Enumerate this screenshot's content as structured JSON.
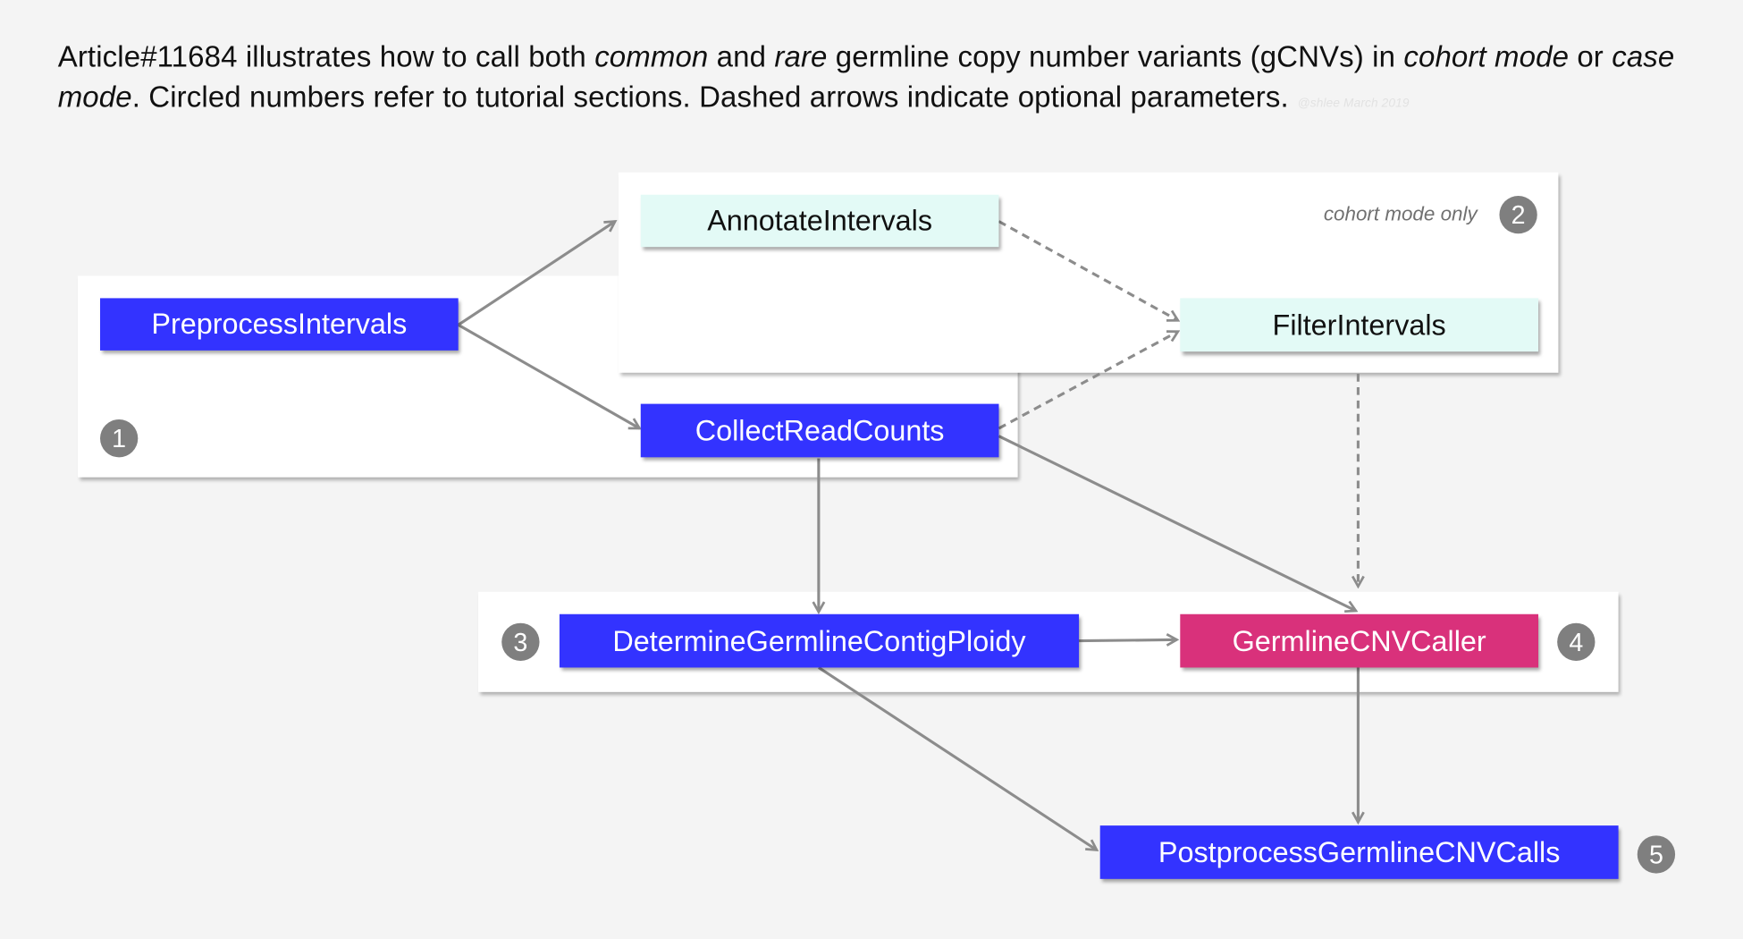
{
  "caption": {
    "part1": "Article#11684 illustrates how to call both ",
    "em1": "common",
    "part2": " and ",
    "em2": "rare",
    "part3": " germline copy number variants (gCNVs) in ",
    "em3": "cohort mode",
    "part4": " or ",
    "em4": "case mode",
    "part5": ". Circled numbers refer to tutorial sections. Dashed arrows indicate optional parameters.",
    "credit": "@shlee March 2019"
  },
  "cohort_note": "cohort mode only",
  "nodes": {
    "preprocess": "PreprocessIntervals",
    "annotate": "AnnotateIntervals",
    "filter": "FilterIntervals",
    "collect": "CollectReadCounts",
    "ploidy": "DetermineGermlineContigPloidy",
    "caller": "GermlineCNVCaller",
    "postprocess": "PostprocessGermlineCNVCalls"
  },
  "badges": {
    "b1": "1",
    "b2": "2",
    "b3": "3",
    "b4": "4",
    "b5": "5"
  },
  "edges": [
    {
      "from": "PreprocessIntervals",
      "to": "AnnotateIntervals",
      "style": "solid"
    },
    {
      "from": "PreprocessIntervals",
      "to": "CollectReadCounts",
      "style": "solid"
    },
    {
      "from": "AnnotateIntervals",
      "to": "FilterIntervals",
      "style": "dashed"
    },
    {
      "from": "CollectReadCounts",
      "to": "FilterIntervals",
      "style": "dashed"
    },
    {
      "from": "FilterIntervals",
      "to": "GermlineCNVCaller",
      "style": "dashed"
    },
    {
      "from": "CollectReadCounts",
      "to": "DetermineGermlineContigPloidy",
      "style": "solid"
    },
    {
      "from": "CollectReadCounts",
      "to": "GermlineCNVCaller",
      "style": "solid"
    },
    {
      "from": "DetermineGermlineContigPloidy",
      "to": "GermlineCNVCaller",
      "style": "solid"
    },
    {
      "from": "DetermineGermlineContigPloidy",
      "to": "PostprocessGermlineCNVCalls",
      "style": "solid"
    },
    {
      "from": "GermlineCNVCaller",
      "to": "PostprocessGermlineCNVCalls",
      "style": "solid"
    }
  ],
  "colors": {
    "tool_blue": "#3333ff",
    "tool_mint": "#e3faf6",
    "tool_pink": "#d9317b",
    "arrow_gray": "#8c8c8c",
    "badge_gray": "#7f7f7f",
    "background": "#f4f4f4"
  }
}
